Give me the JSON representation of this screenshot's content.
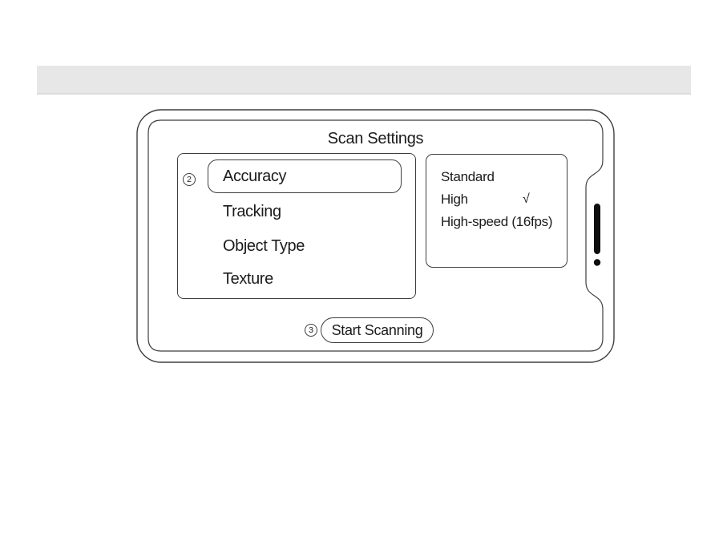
{
  "top_bar": {
    "background": "#e7e7e7"
  },
  "device": {
    "title": "Scan Settings",
    "badges": {
      "menu_step": "2",
      "start_step": "3"
    },
    "menu": {
      "items": [
        "Accuracy",
        "Tracking",
        "Object Type",
        "Texture"
      ],
      "selected_item": "Accuracy"
    },
    "options": {
      "labels": [
        "Standard",
        "High",
        "High-speed (16fps)"
      ],
      "selected": "High",
      "check_glyph": "√"
    },
    "start": {
      "label": "Start Scanning"
    }
  },
  "colors": {
    "outline": "#3e3e3e",
    "text": "#1b1b1b",
    "top_bar_bg": "#e7e7e7",
    "side_button": "#0e0e0e"
  }
}
